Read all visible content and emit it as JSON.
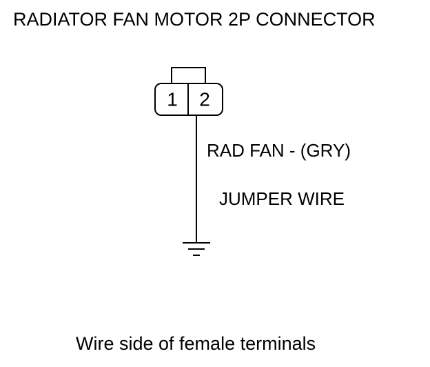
{
  "title": "RADIATOR FAN MOTOR 2P CONNECTOR",
  "connector": {
    "terminals": [
      "1",
      "2"
    ]
  },
  "wire": {
    "label": "RAD FAN -  (GRY)",
    "note": "JUMPER WIRE"
  },
  "caption": "Wire side of female terminals"
}
